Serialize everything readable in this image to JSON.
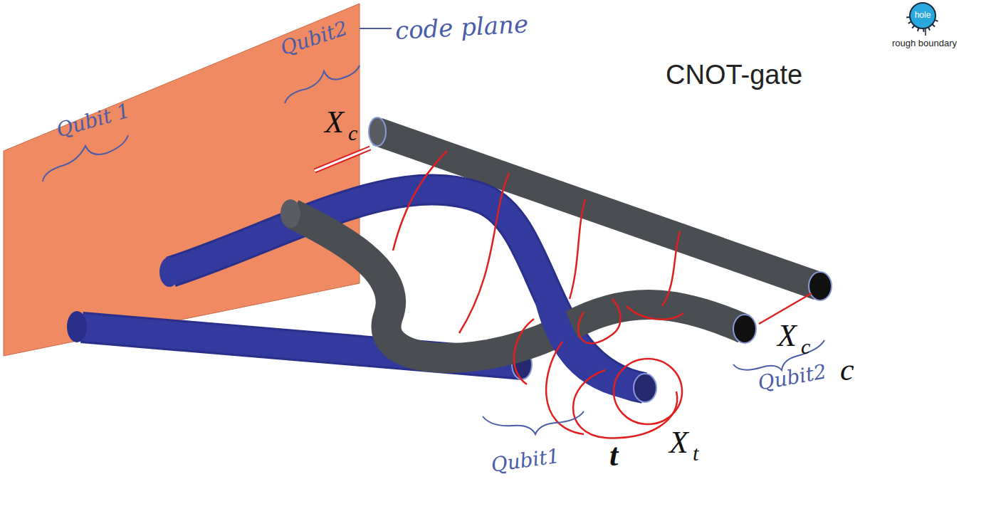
{
  "diagram": {
    "nodes": [
      {
        "text": [
          "hole"
        ]
      }
    ],
    "labels": [
      "code plane",
      "Qubit2",
      "Qubit 1",
      "X",
      "c",
      "CNOT-gate",
      "X",
      "c",
      "c",
      "Qubit2",
      "X",
      "t",
      "t",
      "Qubit1",
      "rough boundary"
    ]
  }
}
